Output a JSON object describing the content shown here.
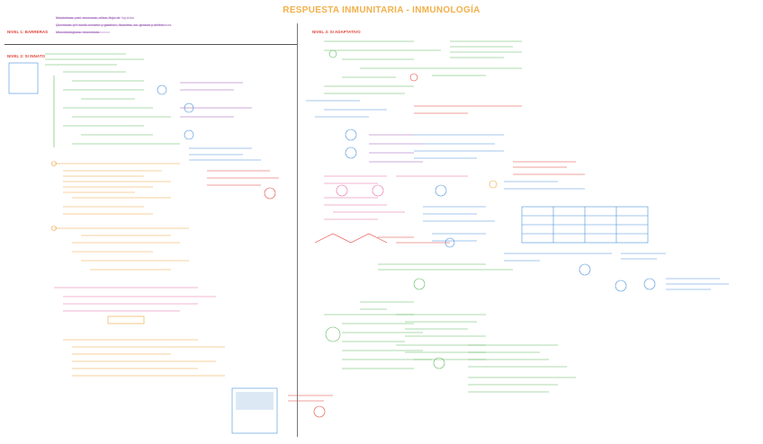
{
  "page": {
    "title": "RESPUESTA INMUNITARIA - INMUNOLOGÍA"
  },
  "colors": {
    "title": "#f2b04a",
    "red": "#e0473f",
    "orange": "#f0a23a",
    "green": "#5cb85c",
    "blue": "#4a90d9",
    "purple": "#9b59b6",
    "pink": "#e66ba4",
    "gray": "#555555"
  },
  "level1": {
    "heading": "NIVEL 1: BARRERAS",
    "lines": [
      "Mecánicas: piel, mucosas, cilios, flujo de líquidos",
      "Químicas: pH ácido urinario y gástrico, lisozima, ác. grasos y defensinas",
      "Microbiológicas: microbiota"
    ]
  },
  "level2": {
    "heading": "NIVEL 2: SI INNATO"
  },
  "level3": {
    "heading": "NIVEL 3: SI ADAPTATIVO"
  }
}
